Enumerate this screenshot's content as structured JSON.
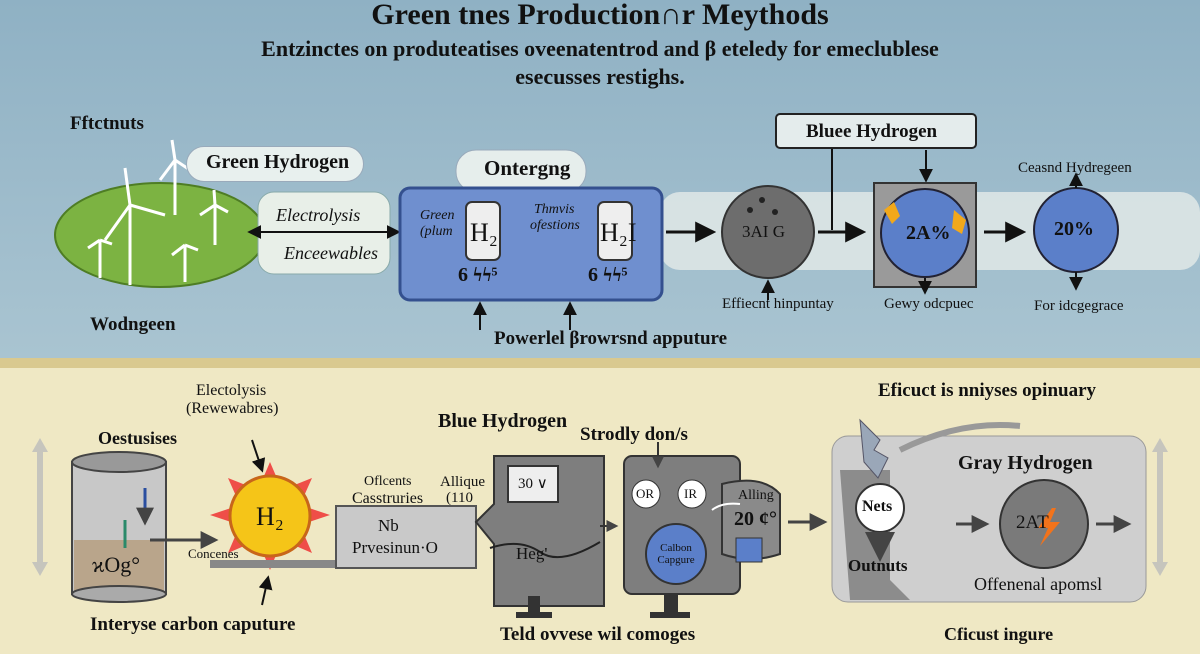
{
  "header": {
    "title": "Green tnes Production∩r Meythods",
    "subtitle_line1": "Entzinctes on produteatises oveenatentrod and β eteledy for emeclublese",
    "subtitle_line2": "esecusses restighs."
  },
  "top_panel": {
    "effects_label": "Fftctnuts",
    "green_label": "Green Hydrogen",
    "electrolysis_label": "Electrolysis",
    "renewables_label": "Enceewables",
    "wind_label": "Wodngeen",
    "ontergng_label": "Ontergng",
    "tank1_note": "Green (plum",
    "tank1_note_a": "Green",
    "tank1_note_b": "(plum",
    "tank1_symbol": "H₂",
    "tank1_digits": "6 ϟϟ⁵",
    "tank2_note_a": "Thmvis",
    "tank2_note_b": "ofestions",
    "tank2_symbol": "H₂I",
    "tank2_digits": "6 ϟϟ⁵",
    "power_label": "Powerlel βrowrsnd apputure",
    "blue_label": "Bluee Hydrogen",
    "circle1_text": "3AI   G",
    "circle1_caption": "Effiecnt hinpuntay",
    "circle2_text": "2A%",
    "circle2_caption": "Gewy odcpuec",
    "circle3_text": "20%",
    "circle3_top": "Ceasnd Hydregeen",
    "circle3_caption": "For idcgegrace"
  },
  "bottom_panel": {
    "electrolysis_a": "Electolysis",
    "electrolysis_b": "(Rewewabres)",
    "osterises": "Oestusises",
    "concenes": "Concenes",
    "tank_label": "ϰOg°",
    "sun_label": "H₂",
    "carbon_capture": "Interyse carbon caputure",
    "offcents": "Oflcents",
    "casstruries": "Casstruries",
    "alique": "Allique",
    "alique_num": "(110",
    "box_line1": "Nb",
    "box_line2": "Prvesinun·O",
    "blue_label": "Blue Hydrogen",
    "strodly": "Strodly don/s",
    "machine_label1": "30 ∨",
    "machine_label2": "Heg'",
    "dial_or": "OR",
    "dial_ir": "IR",
    "carbon_cap_small": "Calbon Capgure",
    "alling": "Alling",
    "alling_num": "20 ¢°",
    "teld": "Teld ovvese wil comoges",
    "efficut_top": "Eficuct is nniyses opinuary",
    "gray_label": "Gray Hydrogen",
    "nets": "Nets",
    "outnuts": "Outnuts",
    "gray_circle": "2AT",
    "offenenal": "Offenenal apomsl",
    "cficust": "Cficust ingure"
  },
  "colors": {
    "top_bg": "#9dbccb",
    "bottom_bg": "#efe8c4",
    "green_field": "#7cb342",
    "blue_box": "#6f8fcf",
    "blue_circle": "#5b7fc9",
    "gray": "#8a8a8a",
    "sun": "#f5c518"
  }
}
